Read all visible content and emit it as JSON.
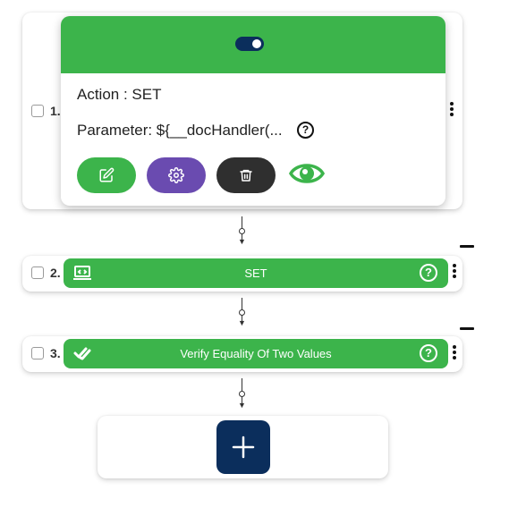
{
  "steps": [
    {
      "number": "1.",
      "popup": {
        "action_label": "Action : SET",
        "parameter_label": "Parameter: ${__docHandler(..."
      }
    },
    {
      "number": "2.",
      "title": "SET"
    },
    {
      "number": "3.",
      "title": "Verify Equality Of Two Values"
    }
  ],
  "help_glyph": "?",
  "colors": {
    "green": "#3cb44b",
    "navy": "#0b2e5c",
    "purple": "#6a4bb0",
    "dark": "#2f2f2f"
  },
  "icons": {
    "toggle": "toggle-icon",
    "edit": "edit-icon",
    "settings": "gear-icon",
    "delete": "trash-icon",
    "view": "eye-icon",
    "set_step": "laptop-code-icon",
    "verify_step": "double-check-icon",
    "add": "plus-icon"
  }
}
